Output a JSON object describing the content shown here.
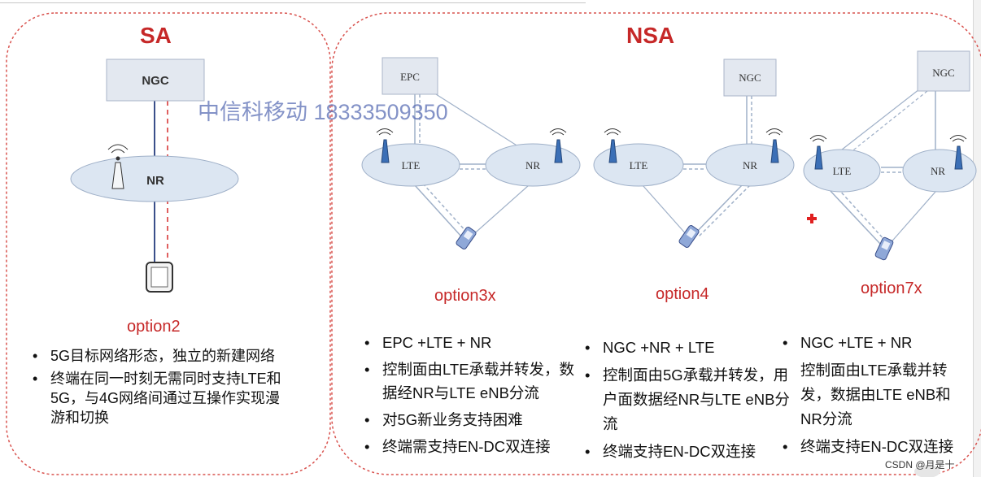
{
  "sections": {
    "sa_title": "SA",
    "nsa_title": "NSA"
  },
  "sa": {
    "ngc_label": "NGC",
    "nr_label": "NR",
    "option_label": "option2",
    "bullets": [
      "5G目标网络形态，独立的新建网络",
      "终端在同一时刻无需同时支持LTE和5G，与4G网络间通过互操作实现漫游和切换"
    ]
  },
  "option3x": {
    "epc_label": "EPC",
    "lte_label": "LTE",
    "nr_label": "NR",
    "option_label": "option3x",
    "bullets": [
      "EPC +LTE + NR",
      "控制面由LTE承载并转发，数据经NR与LTE eNB分流",
      "对5G新业务支持困难",
      "终端需支持EN-DC双连接"
    ]
  },
  "option4": {
    "ngc_label": "NGC",
    "lte_label": "LTE",
    "nr_label": "NR",
    "option_label": "option4",
    "bullets": [
      "NGC +NR + LTE",
      "控制面由5G承载并转发，用户面数据经NR与LTE eNB分流",
      "终端支持EN-DC双连接"
    ]
  },
  "option7x": {
    "ngc_label": "NGC",
    "lte_label": "LTE",
    "nr_label": "NR",
    "option_label": "option7x",
    "bullets": [
      "NGC +LTE + NR",
      "控制面由LTE承载并转发，数据由LTE eNB和NR分流",
      "终端支持EN-DC双连接"
    ]
  },
  "watermark": "中信科移动 18333509350",
  "credit": "CSDN @月是十",
  "colors": {
    "accent_red": "#c62828",
    "dashed_border": "#d9534f",
    "cell_fill": "#dce6f2",
    "box_fill": "#e3e8f0",
    "link_line": "#9fb0c8"
  }
}
